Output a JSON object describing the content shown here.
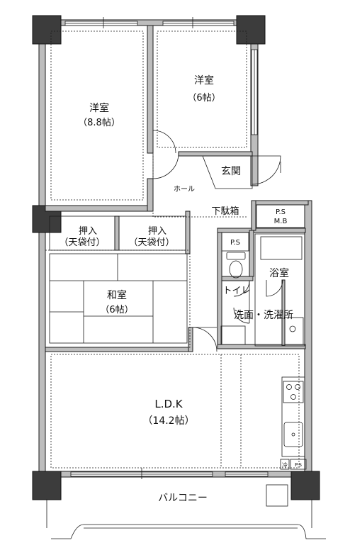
{
  "rooms": {
    "western_large": {
      "name": "洋室",
      "size": "（8.8帖）"
    },
    "western_small": {
      "name": "洋室",
      "size": "（6帖）"
    },
    "hall": "ホール",
    "entrance": "玄関",
    "shoe_box": "下駄箱",
    "ps_mb": {
      "line1": "P.S",
      "line2": "M.B"
    },
    "ps_small": "P.S",
    "closet_left": {
      "name": "押入",
      "sub": "（天袋付）"
    },
    "closet_right": {
      "name": "押入",
      "sub": "（天袋付）"
    },
    "japanese": {
      "name": "和室",
      "size": "（6帖）"
    },
    "bath": "浴室",
    "toilet": "トイレ",
    "washroom": "洗面・洗濯所",
    "ldk": {
      "name": "L.D.K",
      "size": "（14.2帖）"
    },
    "balcony": "バルコニー",
    "fridge_mark": "冷",
    "ps_kitchen": "P.S"
  },
  "colors": {
    "wall_fill": "#bdbdbd",
    "column_fill": "#3c3c3c",
    "line": "#1a1a1a"
  }
}
